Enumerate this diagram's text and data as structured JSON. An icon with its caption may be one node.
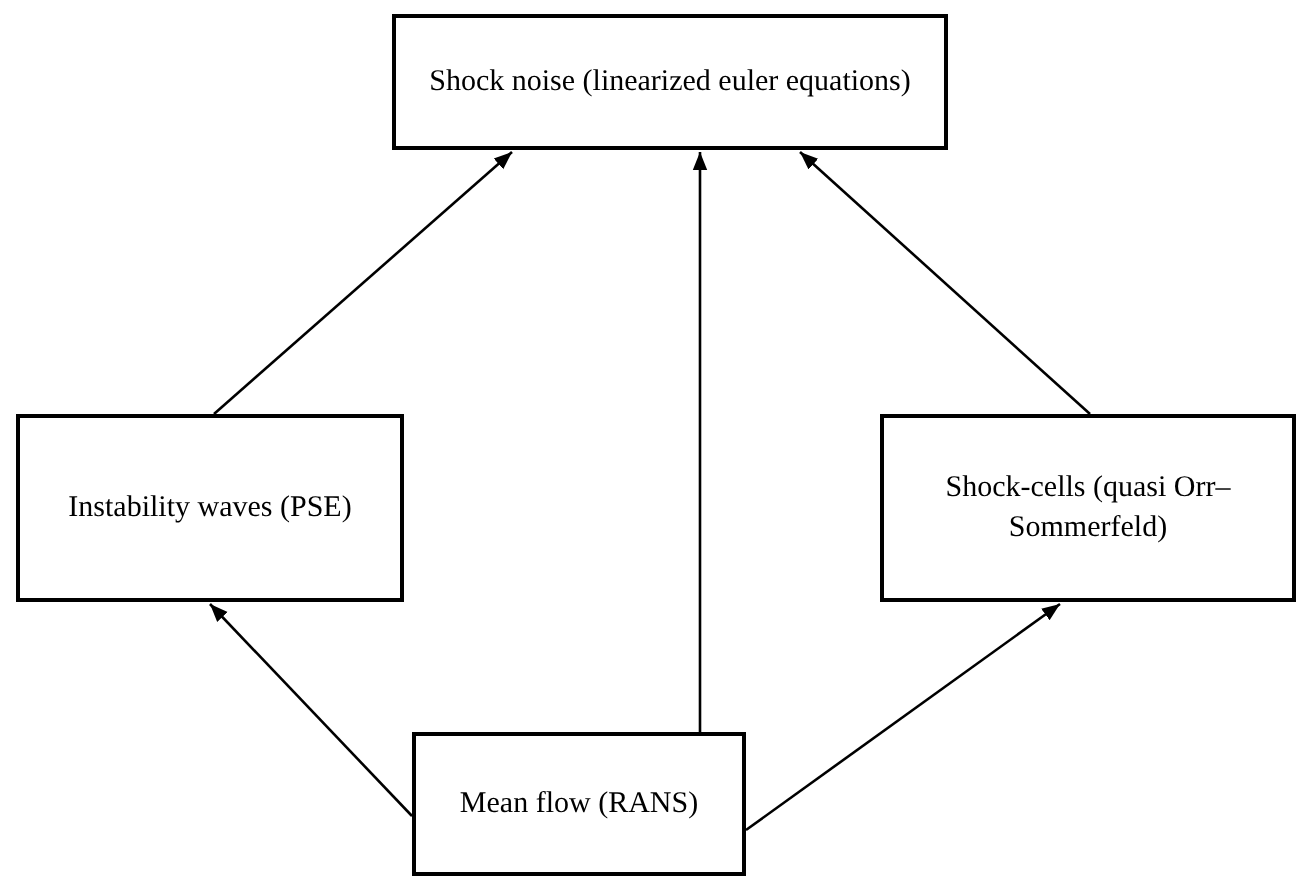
{
  "diagram": {
    "nodes": [
      {
        "text": [
          "Shock noise (linearized euler equations)"
        ]
      },
      {
        "text": [
          "Instability waves (PSE)"
        ]
      },
      {
        "text": [
          "Shock-cells (quasi Orr–Sommerfeld)"
        ]
      },
      {
        "text": [
          "Mean flow (RANS)"
        ]
      }
    ],
    "edges": [
      {
        "from": 1,
        "to": 0,
        "arrow": "to"
      },
      {
        "from": 3,
        "to": 0,
        "arrow": "to"
      },
      {
        "from": 2,
        "to": 0,
        "arrow": "to"
      },
      {
        "from": 3,
        "to": 1,
        "arrow": "to"
      },
      {
        "from": 3,
        "to": 2,
        "arrow": "to"
      }
    ]
  }
}
